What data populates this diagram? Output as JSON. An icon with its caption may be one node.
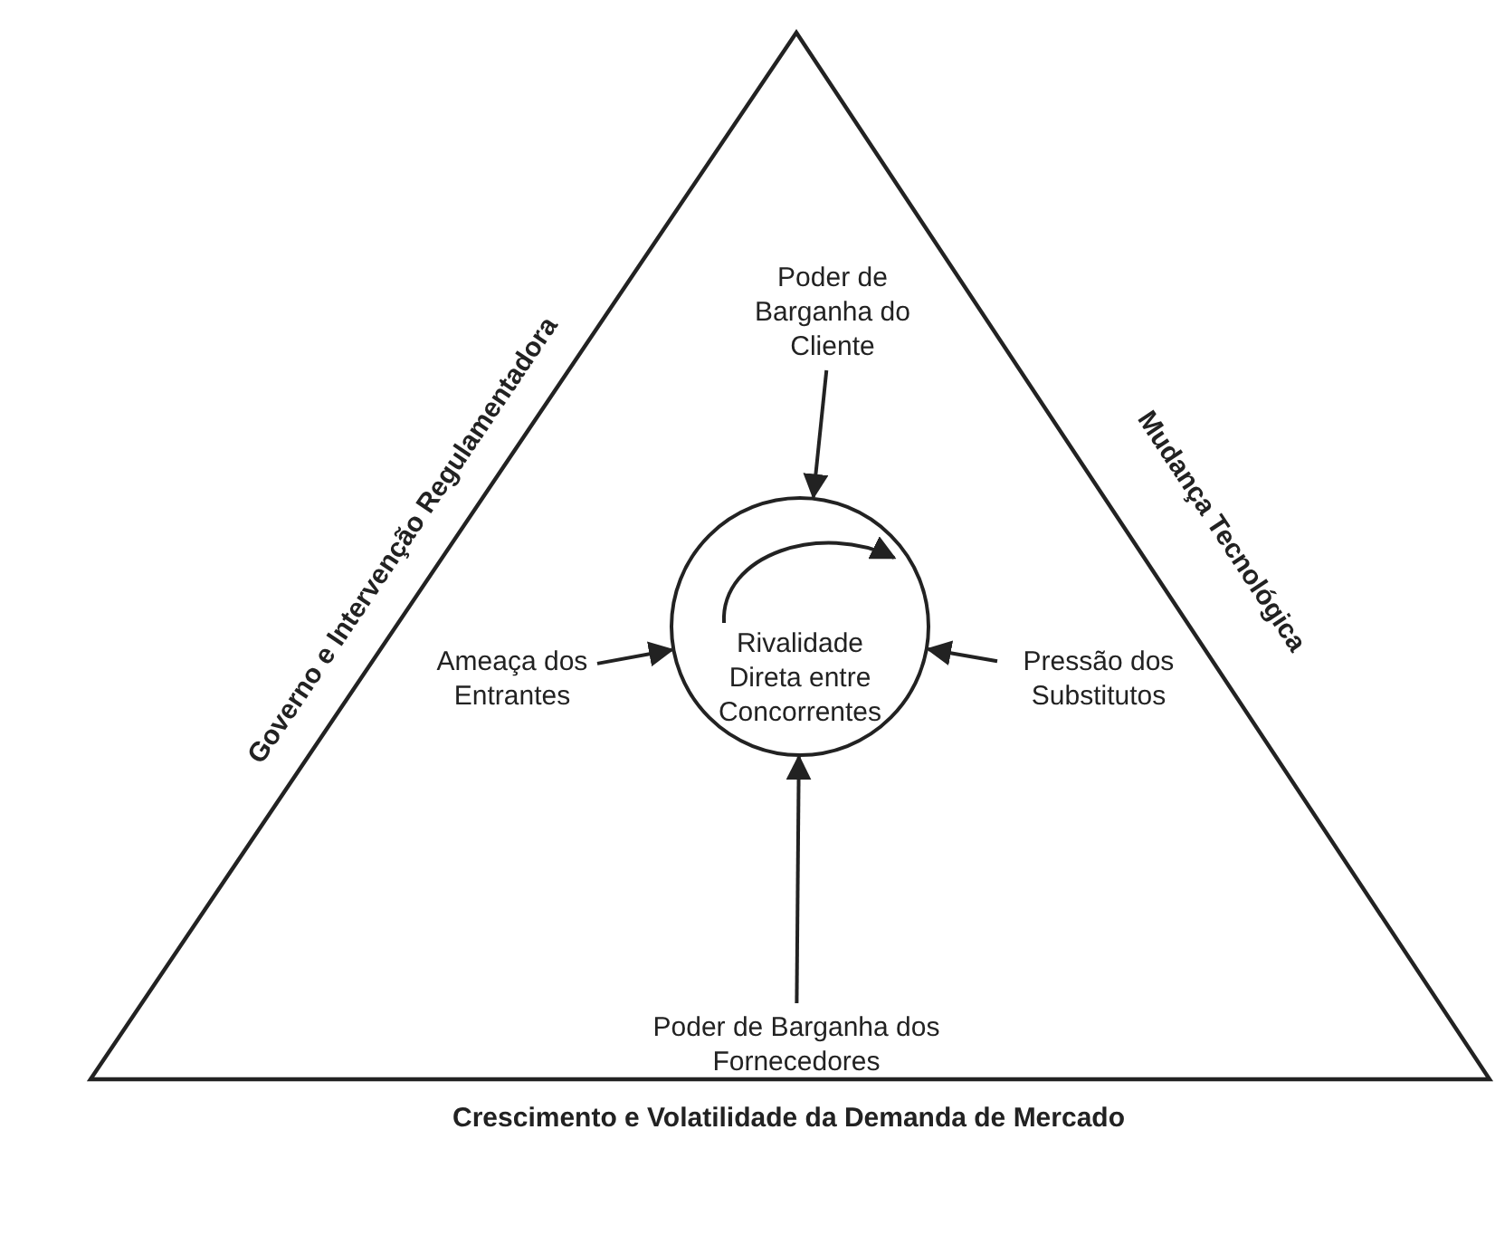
{
  "diagram": {
    "nodes": [
      {
        "text": [
          "Governo e Intervenção Regulamentadora",
          "Mudança Tecnológica",
          "Crescimento e Volatilidade da Demanda de Mercado"
        ]
      },
      {
        "text": [
          "Poder de Barganha do Cliente"
        ],
        "in": 0
      },
      {
        "text": [
          "Ameaça dos Entrantes"
        ],
        "in": 0
      },
      {
        "text": [
          "Rivalidade Direta entre Concorrentes"
        ],
        "in": 0
      },
      {
        "text": [
          "Pressão dos Substitutos"
        ],
        "in": 0
      },
      {
        "text": [
          "Poder de Barganha dos Fornecedores"
        ],
        "in": 0
      }
    ],
    "edges": [
      {
        "from": 1,
        "to": 3,
        "arrow": "to"
      },
      {
        "from": 2,
        "to": 3,
        "arrow": "to"
      },
      {
        "from": 4,
        "to": 3,
        "arrow": "to"
      },
      {
        "from": 5,
        "to": 3,
        "arrow": "to"
      }
    ]
  }
}
